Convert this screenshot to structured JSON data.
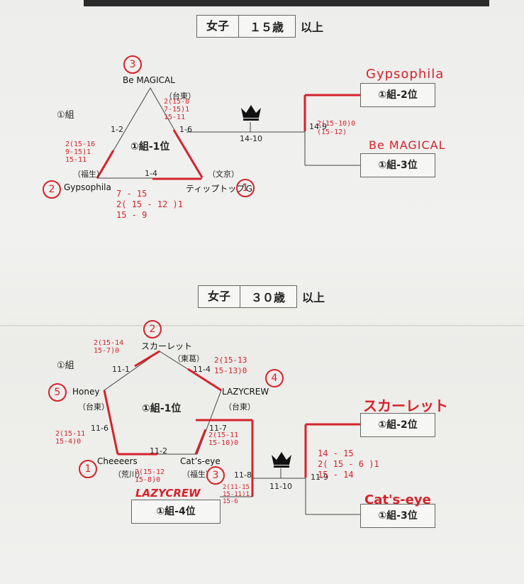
{
  "s1": {
    "title_gender": "女子",
    "title_age": "１５歳",
    "title_suffix": "以上",
    "group_label": "①組",
    "center_label": "①組-1位",
    "teams": {
      "top": {
        "name": "Be MAGICAL",
        "area": "（台東）"
      },
      "left": {
        "name": "Gypsophila",
        "area": "（福生）"
      },
      "right": {
        "name": "ティップトップＧ",
        "area": "（文京）"
      }
    },
    "match_labels": [
      "1-2",
      "1-6",
      "1-4",
      "14-10",
      "14-9"
    ],
    "boxes": {
      "rank2": "①組-2位",
      "rank3": "①組-3位"
    },
    "hand": {
      "ranks": {
        "top": "3",
        "left": "2",
        "right": "1"
      },
      "top_right": [
        "2(15-8",
        "  7-15)1",
        "  15-11"
      ],
      "left": [
        "2(15-16",
        "  9-15)1",
        "  15-11"
      ],
      "bottom": [
        "  7 - 15",
        "2( 15 - 12 )1",
        "  15 - 9"
      ],
      "final": [
        "2(15-10)0",
        " (15-12)"
      ],
      "rank2_name": "Gypsophila",
      "rank3_name": "Be MAGICAL"
    }
  },
  "s2": {
    "title_gender": "女子",
    "title_age": "３０歳",
    "title_suffix": "以上",
    "group_label": "①組",
    "center_label": "①組-1位",
    "teams": {
      "top": {
        "name": "スカーレット",
        "area": "（東葛）"
      },
      "left": {
        "name": "Honey",
        "area": "（台東）"
      },
      "right": {
        "name": "LAZYCREW",
        "area": "（台東）"
      },
      "bottom_left": {
        "name": "Cheeeers",
        "area": "（荒川）"
      },
      "bottom_right": {
        "name": "Cat’s-eye",
        "area": "（福生）"
      }
    },
    "match_labels": [
      "11-1",
      "11-4",
      "11-6",
      "11-7",
      "11-2",
      "11-8",
      "11-10",
      "11-9"
    ],
    "boxes": {
      "rank2": "①組-2位",
      "rank3": "①組-3位",
      "rank4": "①組-4位"
    },
    "hand": {
      "ranks": {
        "top": "2",
        "left": "5",
        "right": "4",
        "bottom_left": "1",
        "bottom_right": "3"
      },
      "scarlet": [
        "2(15-14",
        " 15-7)0"
      ],
      "lazycrew": [
        "2(15-13",
        " 15-13)0"
      ],
      "honey": [
        "2(15-11",
        " 15-4)0"
      ],
      "cats_side": [
        "2(15-11",
        " 15-10)0"
      ],
      "cheeeers": [
        "2(15-12",
        " 15-8)0"
      ],
      "semi": [
        "2(11-15",
        " 15-11)1",
        " 15-6"
      ],
      "final": [
        "  14 - 15",
        "2( 15 - 6  )1",
        "  15 - 14"
      ],
      "rank2_name": "スカーレット",
      "rank3_name": "Cat's-eye",
      "rank4_name": "LAZYCREW"
    }
  }
}
